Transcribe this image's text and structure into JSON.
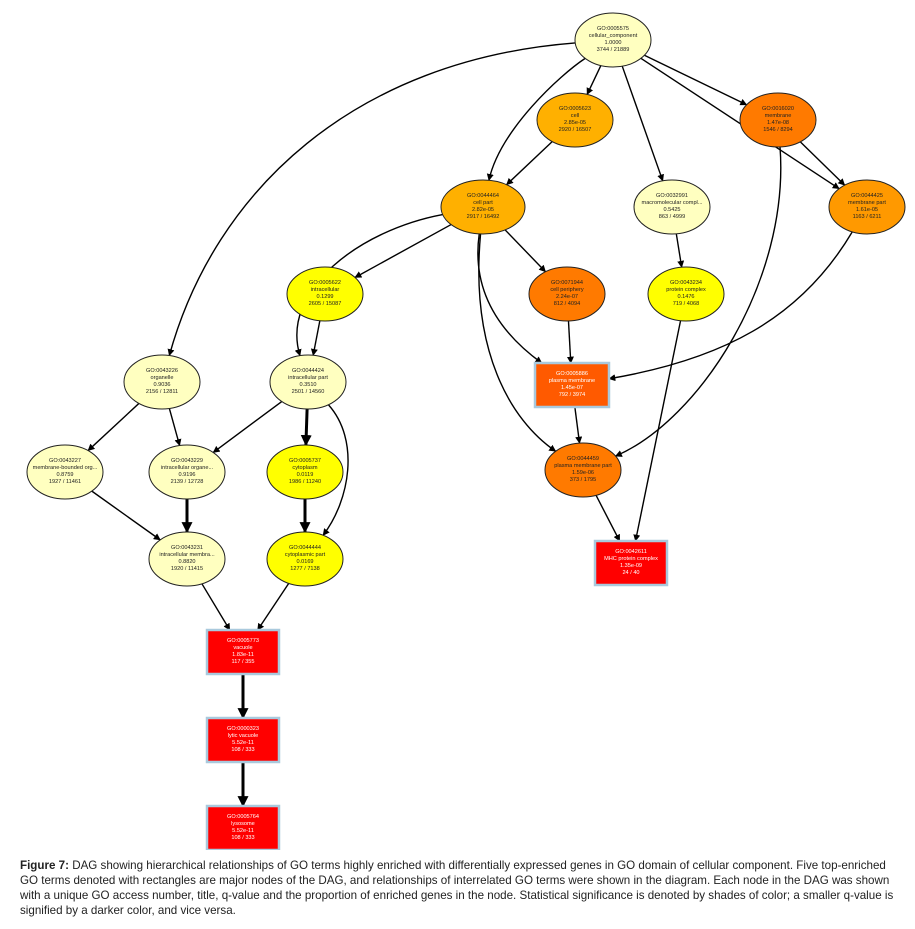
{
  "colors": {
    "pale": "#ffffc0",
    "yellow": "#ffff00",
    "gold": "#ffc000",
    "amber": "#ffb000",
    "orange": "#ff9900",
    "darkorange": "#ff7a00",
    "redorange": "#ff5a00",
    "red": "#ff0000",
    "rect_border": "#a9c9dd"
  },
  "nodes": [
    {
      "id": "n5575",
      "lines": [
        "GO:0005575",
        "cellular_component",
        "1.0000",
        "3744 / 21889"
      ],
      "shape": "ellipse",
      "color": "pale"
    },
    {
      "id": "n5623",
      "lines": [
        "GO:0005623",
        "cell",
        "2.85e-05",
        "2920 / 16507"
      ],
      "shape": "ellipse",
      "color": "amber"
    },
    {
      "id": "n16020",
      "lines": [
        "GO:0016020",
        "membrane",
        "1.47e-08",
        "1546 / 8294"
      ],
      "shape": "ellipse",
      "color": "darkorange"
    },
    {
      "id": "n44464",
      "lines": [
        "GO:0044464",
        "cell part",
        "2.82e-05",
        "2917 / 16492"
      ],
      "shape": "ellipse",
      "color": "amber"
    },
    {
      "id": "n32991",
      "lines": [
        "GO:0032991",
        "macromolecular compl...",
        "0.5425",
        "863 / 4999"
      ],
      "shape": "ellipse",
      "color": "pale"
    },
    {
      "id": "n44425",
      "lines": [
        "GO:0044425",
        "membrane part",
        "1.61e-05",
        "1163 / 6211"
      ],
      "shape": "ellipse",
      "color": "orange"
    },
    {
      "id": "n5622",
      "lines": [
        "GO:0005622",
        "intracellular",
        "0.1299",
        "2605 / 15087"
      ],
      "shape": "ellipse",
      "color": "yellow"
    },
    {
      "id": "n71944",
      "lines": [
        "GO:0071944",
        "cell periphery",
        "2.24e-07",
        "812 / 4094"
      ],
      "shape": "ellipse",
      "color": "darkorange"
    },
    {
      "id": "n43234",
      "lines": [
        "GO:0043234",
        "protein complex",
        "0.1476",
        "719 / 4068"
      ],
      "shape": "ellipse",
      "color": "yellow"
    },
    {
      "id": "n43226",
      "lines": [
        "GO:0043226",
        "organelle",
        "0.9036",
        "2156 / 12811"
      ],
      "shape": "ellipse",
      "color": "pale"
    },
    {
      "id": "n44424",
      "lines": [
        "GO:0044424",
        "intracellular part",
        "0.3510",
        "2501 / 14560"
      ],
      "shape": "ellipse",
      "color": "pale"
    },
    {
      "id": "n5886",
      "lines": [
        "GO:0005886",
        "plasma membrane",
        "1.45e-07",
        "792 / 3974"
      ],
      "shape": "rect",
      "color": "redorange"
    },
    {
      "id": "n43227",
      "lines": [
        "GO:0043227",
        "membrane-bounded org...",
        "0.8759",
        "1927 / 11461"
      ],
      "shape": "ellipse",
      "color": "pale"
    },
    {
      "id": "n43229",
      "lines": [
        "GO:0043229",
        "intracellular organe...",
        "0.9196",
        "2139 / 12728"
      ],
      "shape": "ellipse",
      "color": "pale"
    },
    {
      "id": "n5737",
      "lines": [
        "GO:0005737",
        "cytoplasm",
        "0.0119",
        "1986 / 11240"
      ],
      "shape": "ellipse",
      "color": "yellow"
    },
    {
      "id": "n44459",
      "lines": [
        "GO:0044459",
        "plasma membrane part",
        "1.59e-06",
        "373 / 1795"
      ],
      "shape": "ellipse",
      "color": "darkorange"
    },
    {
      "id": "n43231",
      "lines": [
        "GO:0043231",
        "intracellular membra...",
        "0.8820",
        "1920 / 11415"
      ],
      "shape": "ellipse",
      "color": "pale"
    },
    {
      "id": "n44444",
      "lines": [
        "GO:0044444",
        "cytoplasmic part",
        "0.0169",
        "1277 / 7138"
      ],
      "shape": "ellipse",
      "color": "yellow"
    },
    {
      "id": "n42611",
      "lines": [
        "GO:0042611",
        "MHC protein complex",
        "1.35e-09",
        "24 / 40"
      ],
      "shape": "rect",
      "color": "red"
    },
    {
      "id": "n5773",
      "lines": [
        "GO:0005773",
        "vacuole",
        "1.83e-11",
        "117 / 355"
      ],
      "shape": "rect",
      "color": "red"
    },
    {
      "id": "n323",
      "lines": [
        "GO:0000323",
        "lytic vacuole",
        "5.52e-11",
        "108 / 333"
      ],
      "shape": "rect",
      "color": "red"
    },
    {
      "id": "n5764",
      "lines": [
        "GO:0005764",
        "lysosome",
        "5.52e-11",
        "108 / 333"
      ],
      "shape": "rect",
      "color": "red"
    }
  ],
  "caption": {
    "label": "Figure 7:",
    "text": " DAG showing hierarchical relationships of GO terms highly enriched with differentially expressed genes in GO domain of cellular component. Five top-enriched GO terms denoted with rectangles are major nodes of the DAG, and relationships of interrelated GO terms were shown in the diagram. Each node in the DAG was shown with a unique GO access number, title, q-value and the proportion of enriched genes in the node. Statistical significance is denoted by shades of color; a smaller q-value is signified by a darker color, and vice versa."
  }
}
